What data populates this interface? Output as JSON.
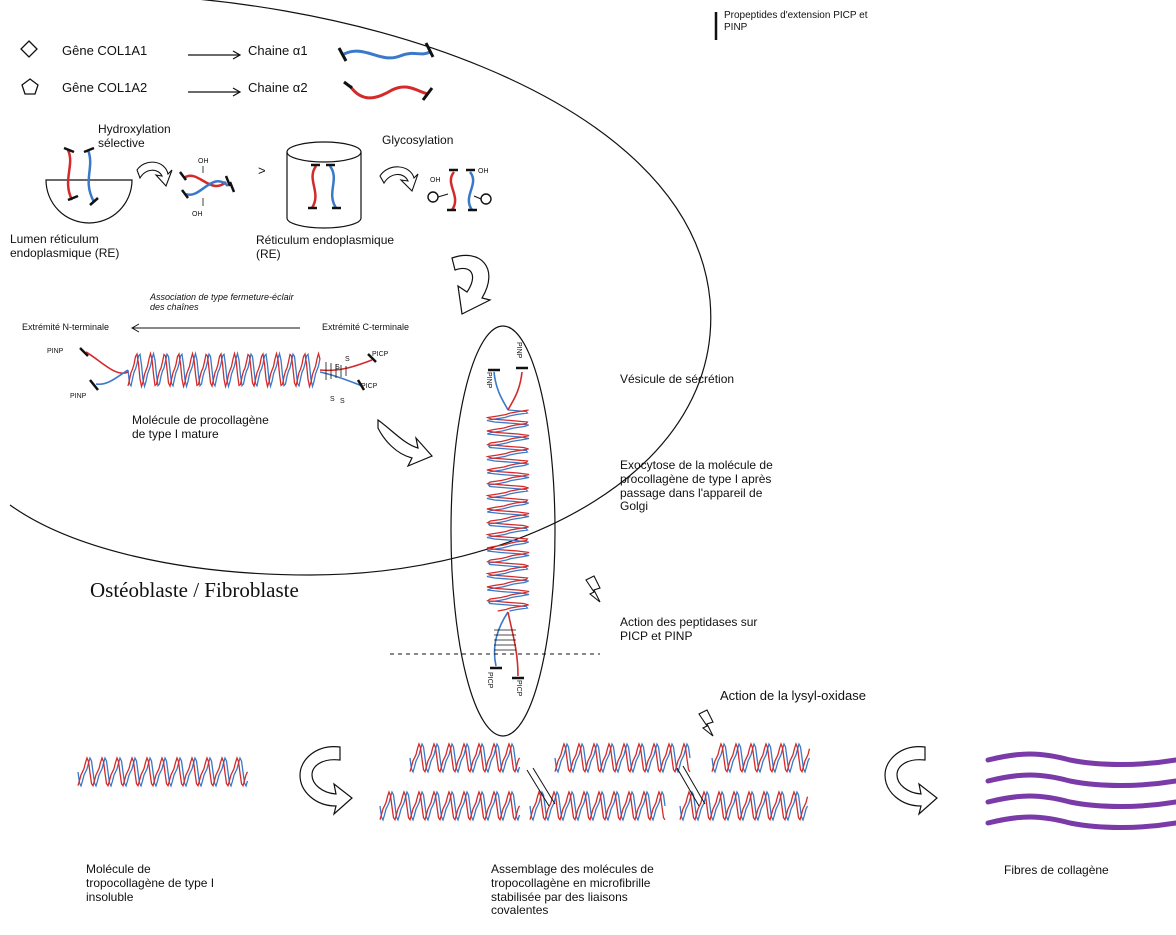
{
  "colors": {
    "chain_alpha1": "#3a78c8",
    "chain_alpha2": "#d42a2a",
    "fiber": "#7a3aa8",
    "ink": "#111111"
  },
  "legend": {
    "diamond_icon": "diamond-icon",
    "pentagon_icon": "pentagon-icon",
    "gene1": "Gêne COL1A1",
    "chain1": "Chaine α1",
    "gene2": "Gêne COL1A2",
    "chain2": "Chaine α2",
    "propeptides": "Propeptides d'extension PICP et\nPINP"
  },
  "steps": {
    "hydroxylation": "Hydroxylation\nsélective",
    "glycosylation": "Glycosylation",
    "lumen": "Lumen réticulum\nendoplasmique (RE)",
    "reticulum": "Réticulum endoplasmique\n(RE)",
    "greater_than": ">",
    "zipper": "Association de type fermeture-éclair\ndes chaînes",
    "n_term": "Extrémité N-terminale",
    "c_term": "Extrémité C-terminale",
    "procollagen": "Molécule de procollagène\nde type I mature",
    "cell": "Ostéoblaste / Fibroblaste",
    "vesicle": "Vésicule de sécrétion",
    "exocytosis": "Exocytose de la molécule de\nprocollagène de type I après\npassage dans l'appareil de\nGolgi",
    "peptidases": "Action des peptidases sur\nPICP et PINP",
    "lysyl": "Action de la lysyl-oxidase",
    "tropocollagen": "Molécule de\ntropocollagène de type I\ninsoluble",
    "assembly": "Assemblage des molécules de\ntropocollagène en microfibrille\nstabilisée par des liaisons\ncovalentes",
    "fibers": "Fibres de collagène"
  },
  "small_labels": {
    "pinp": "PINP",
    "picp": "PICP",
    "s": "S",
    "oh": "OH"
  }
}
